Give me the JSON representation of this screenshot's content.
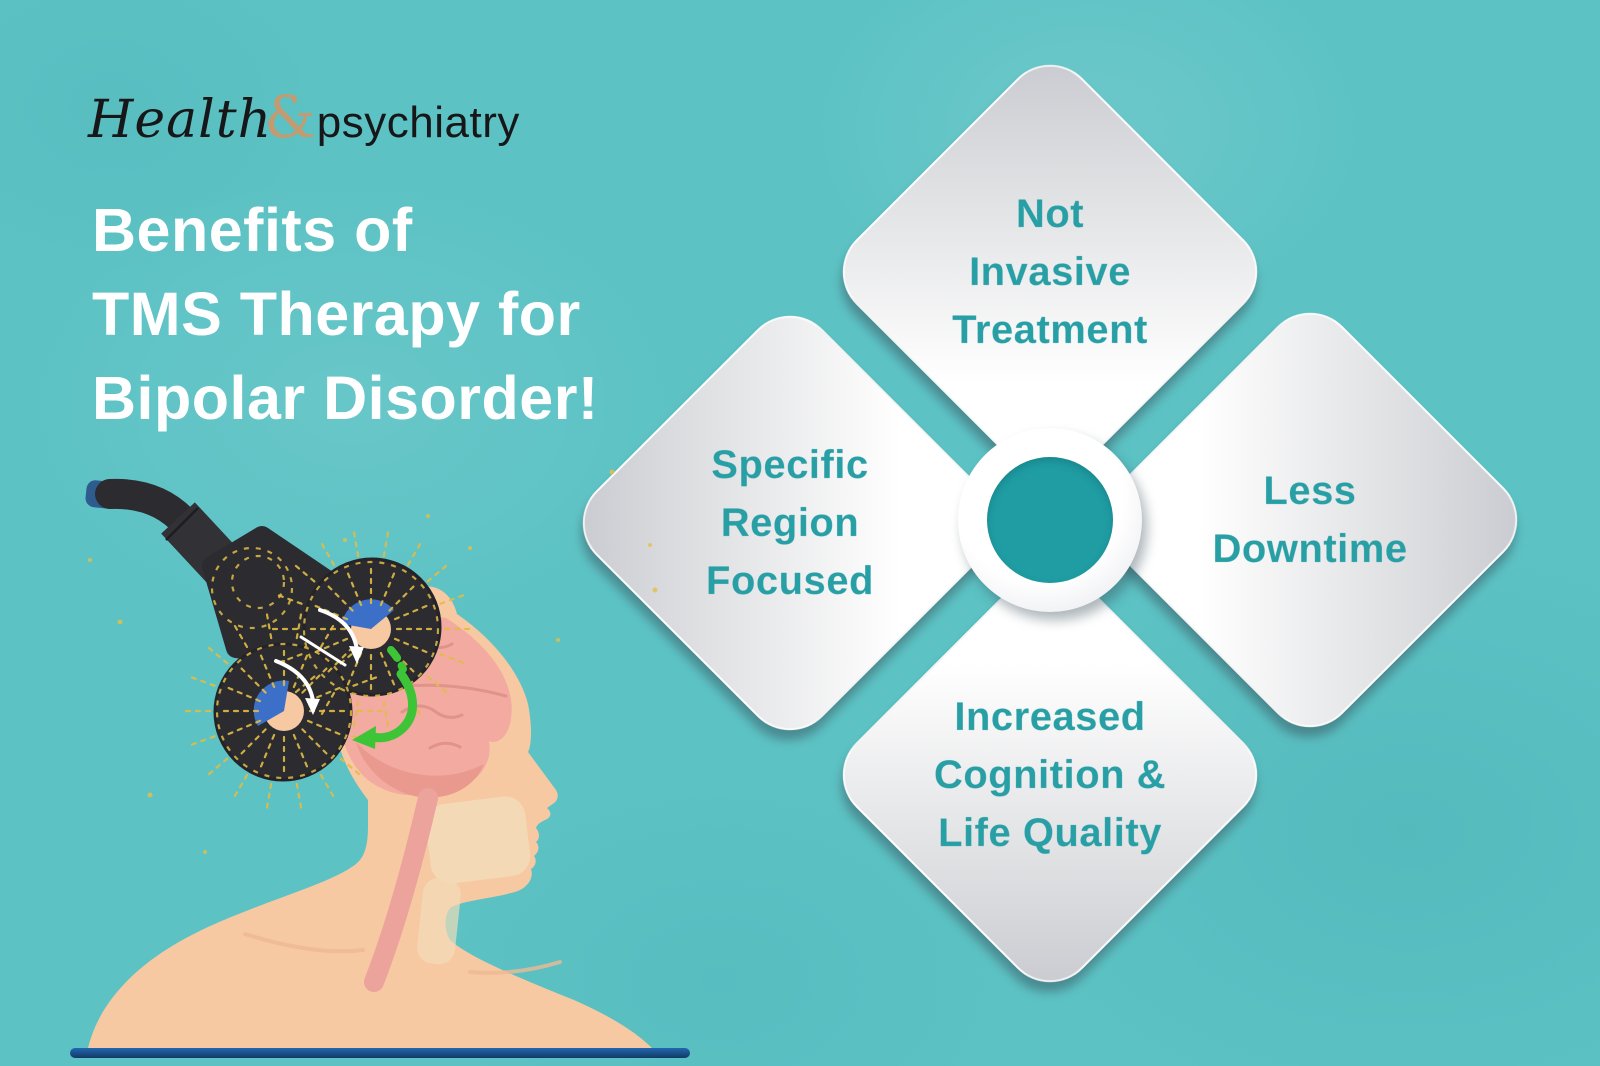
{
  "meta": {
    "type": "infographic"
  },
  "colors": {
    "background": "#5cc2c4",
    "card_text": "#279fa5",
    "title_text": "#ffffff",
    "logo_text": "#17171a",
    "logo_ampersand": "#c49b70",
    "hub_core": "#1f9da3",
    "device_black": "#2b2b30",
    "field_line_yellow": "#e0bc45",
    "arrow_green": "#3ec437",
    "coil_center_blue": "#3b6fc8",
    "skin": "#f7c9a2",
    "brain_pink": "#f2aaa1",
    "base_line_blue": "#1d5fa6"
  },
  "logo": {
    "script": "Health",
    "ampersand": "&",
    "rest": "psychiatry"
  },
  "title": {
    "lines": [
      "Benefits of",
      "TMS Therapy for",
      "Bipolar Disorder!"
    ]
  },
  "cards": [
    {
      "position": "top",
      "lines": [
        "Not",
        "Invasive",
        "Treatment"
      ]
    },
    {
      "position": "left",
      "lines": [
        "Specific",
        "Region",
        "Focused"
      ]
    },
    {
      "position": "right",
      "lines": [
        "Less",
        "Downtime"
      ]
    },
    {
      "position": "bottom",
      "lines": [
        "Increased",
        "Cognition &",
        "Life Quality"
      ]
    }
  ]
}
